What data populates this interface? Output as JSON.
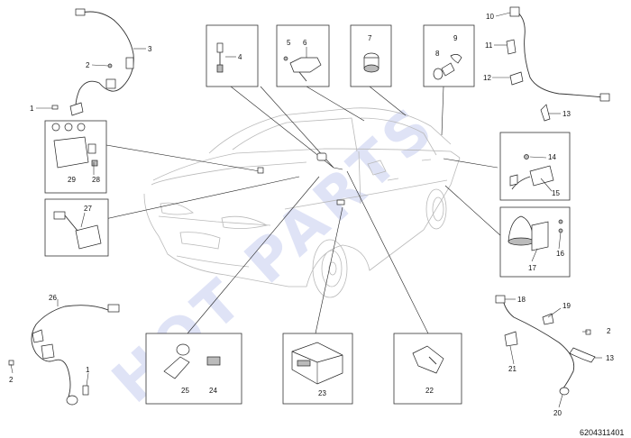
{
  "watermark": "HOT PARTS",
  "doc_number": "6204311401",
  "callouts": {
    "c1a": "1",
    "c2a": "2",
    "c3": "3",
    "c4": "4",
    "c5": "5",
    "c6": "6",
    "c7": "7",
    "c8": "8",
    "c9": "9",
    "c10": "10",
    "c11": "11",
    "c12": "12",
    "c13a": "13",
    "c14": "14",
    "c15": "15",
    "c16": "16",
    "c17": "17",
    "c18": "18",
    "c19": "19",
    "c20": "20",
    "c21": "21",
    "c2b": "2",
    "c13b": "13",
    "c22": "22",
    "c23": "23",
    "c24": "24",
    "c25": "25",
    "c26": "26",
    "c2c": "2",
    "c1b": "1",
    "c27": "27",
    "c28": "28",
    "c29": "29"
  }
}
